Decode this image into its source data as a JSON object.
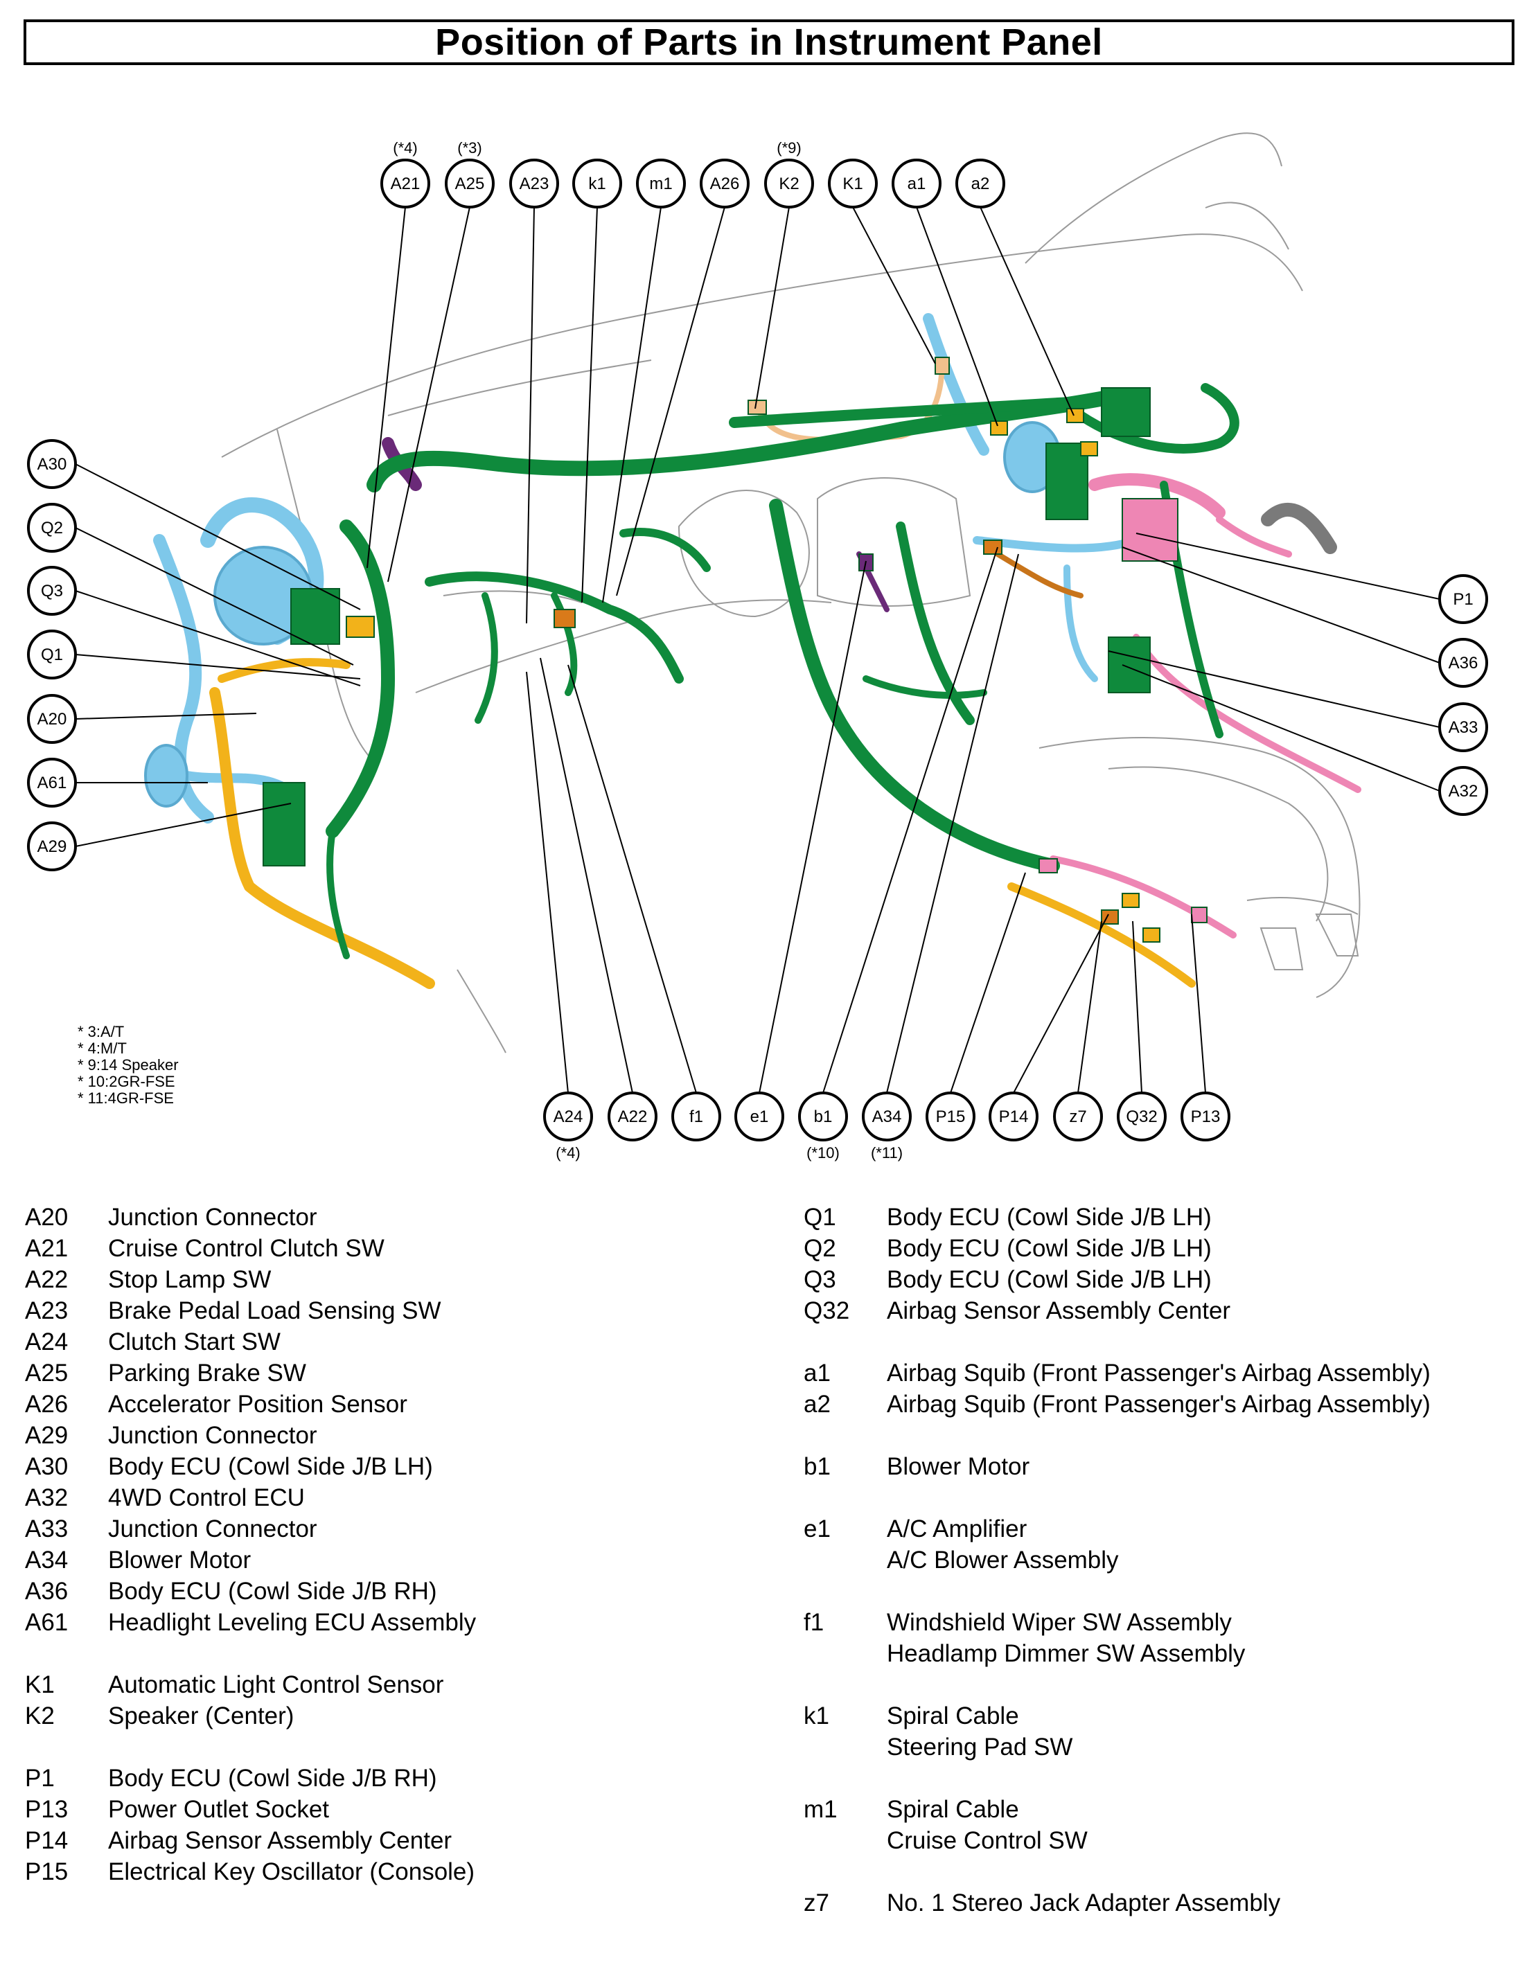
{
  "title": "Position of Parts in Instrument Panel",
  "callouts_top": [
    {
      "code": "A21",
      "note": "(*4)"
    },
    {
      "code": "A25",
      "note": "(*3)"
    },
    {
      "code": "A23",
      "note": ""
    },
    {
      "code": "k1",
      "note": ""
    },
    {
      "code": "m1",
      "note": ""
    },
    {
      "code": "A26",
      "note": ""
    },
    {
      "code": "K2",
      "note": "(*9)"
    },
    {
      "code": "K1",
      "note": ""
    },
    {
      "code": "a1",
      "note": ""
    },
    {
      "code": "a2",
      "note": ""
    }
  ],
  "callouts_left": [
    {
      "code": "A30"
    },
    {
      "code": "Q2"
    },
    {
      "code": "Q3"
    },
    {
      "code": "Q1"
    },
    {
      "code": "A20"
    },
    {
      "code": "A61"
    },
    {
      "code": "A29"
    }
  ],
  "callouts_right": [
    {
      "code": "P1"
    },
    {
      "code": "A36"
    },
    {
      "code": "A33"
    },
    {
      "code": "A32"
    }
  ],
  "callouts_bottom": [
    {
      "code": "A24",
      "note": "(*4)"
    },
    {
      "code": "A22",
      "note": ""
    },
    {
      "code": "f1",
      "note": ""
    },
    {
      "code": "e1",
      "note": ""
    },
    {
      "code": "b1",
      "note": "(*10)"
    },
    {
      "code": "A34",
      "note": "(*11)"
    },
    {
      "code": "P15",
      "note": ""
    },
    {
      "code": "P14",
      "note": ""
    },
    {
      "code": "z7",
      "note": ""
    },
    {
      "code": "Q32",
      "note": ""
    },
    {
      "code": "P13",
      "note": ""
    }
  ],
  "notes": [
    "* 3:A/T",
    "* 4:M/T",
    "* 9:14 Speaker",
    "* 10:2GR-FSE",
    "* 11:4GR-FSE"
  ],
  "legend_left": [
    {
      "code": "A20",
      "desc": [
        "Junction Connector"
      ]
    },
    {
      "code": "A21",
      "desc": [
        "Cruise Control Clutch SW"
      ]
    },
    {
      "code": "A22",
      "desc": [
        "Stop Lamp SW"
      ]
    },
    {
      "code": "A23",
      "desc": [
        "Brake Pedal Load Sensing SW"
      ]
    },
    {
      "code": "A24",
      "desc": [
        "Clutch Start SW"
      ]
    },
    {
      "code": "A25",
      "desc": [
        "Parking Brake SW"
      ]
    },
    {
      "code": "A26",
      "desc": [
        "Accelerator Position Sensor"
      ]
    },
    {
      "code": "A29",
      "desc": [
        "Junction Connector"
      ]
    },
    {
      "code": "A30",
      "desc": [
        "Body ECU (Cowl Side J/B LH)"
      ]
    },
    {
      "code": "A32",
      "desc": [
        "4WD Control ECU"
      ]
    },
    {
      "code": "A33",
      "desc": [
        "Junction Connector"
      ]
    },
    {
      "code": "A34",
      "desc": [
        "Blower Motor"
      ]
    },
    {
      "code": "A36",
      "desc": [
        "Body ECU (Cowl Side J/B RH)"
      ]
    },
    {
      "code": "A61",
      "desc": [
        "Headlight Leveling ECU Assembly"
      ]
    },
    {
      "gap": true
    },
    {
      "code": "K1",
      "desc": [
        "Automatic Light Control Sensor"
      ]
    },
    {
      "code": "K2",
      "desc": [
        "Speaker (Center)"
      ]
    },
    {
      "gap": true
    },
    {
      "code": "P1",
      "desc": [
        "Body ECU (Cowl Side J/B RH)"
      ]
    },
    {
      "code": "P13",
      "desc": [
        "Power Outlet Socket"
      ]
    },
    {
      "code": "P14",
      "desc": [
        "Airbag Sensor Assembly Center"
      ]
    },
    {
      "code": "P15",
      "desc": [
        "Electrical Key Oscillator (Console)"
      ]
    }
  ],
  "legend_right": [
    {
      "code": "Q1",
      "desc": [
        "Body ECU (Cowl Side J/B LH)"
      ]
    },
    {
      "code": "Q2",
      "desc": [
        "Body ECU (Cowl Side J/B LH)"
      ]
    },
    {
      "code": "Q3",
      "desc": [
        "Body ECU (Cowl Side J/B LH)"
      ]
    },
    {
      "code": "Q32",
      "desc": [
        "Airbag Sensor Assembly Center"
      ]
    },
    {
      "gap": true
    },
    {
      "code": "a1",
      "desc": [
        "Airbag Squib (Front Passenger's Airbag Assembly)"
      ]
    },
    {
      "code": "a2",
      "desc": [
        "Airbag Squib (Front Passenger's Airbag Assembly)"
      ]
    },
    {
      "gap": true
    },
    {
      "code": "b1",
      "desc": [
        "Blower Motor"
      ]
    },
    {
      "gap": true
    },
    {
      "code": "e1",
      "desc": [
        "A/C Amplifier",
        "A/C Blower Assembly"
      ]
    },
    {
      "gap": true
    },
    {
      "code": "f1",
      "desc": [
        "Windshield Wiper SW Assembly",
        "Headlamp Dimmer SW Assembly"
      ]
    },
    {
      "gap": true
    },
    {
      "code": "k1",
      "desc": [
        "Spiral Cable",
        "Steering Pad SW"
      ]
    },
    {
      "gap": true
    },
    {
      "code": "m1",
      "desc": [
        "Spiral Cable",
        "Cruise Control SW"
      ]
    },
    {
      "gap": true
    },
    {
      "code": "z7",
      "desc": [
        "No. 1 Stereo Jack Adapter Assembly"
      ]
    }
  ],
  "colors": {
    "harness_green": "#0f8a3c",
    "harness_blue": "#7ec8ea",
    "harness_orange": "#f2b21a",
    "harness_pink": "#ee86b4",
    "harness_purple": "#6a2a78",
    "harness_peach": "#f1c08c",
    "harness_gray": "#7a7a7a"
  }
}
